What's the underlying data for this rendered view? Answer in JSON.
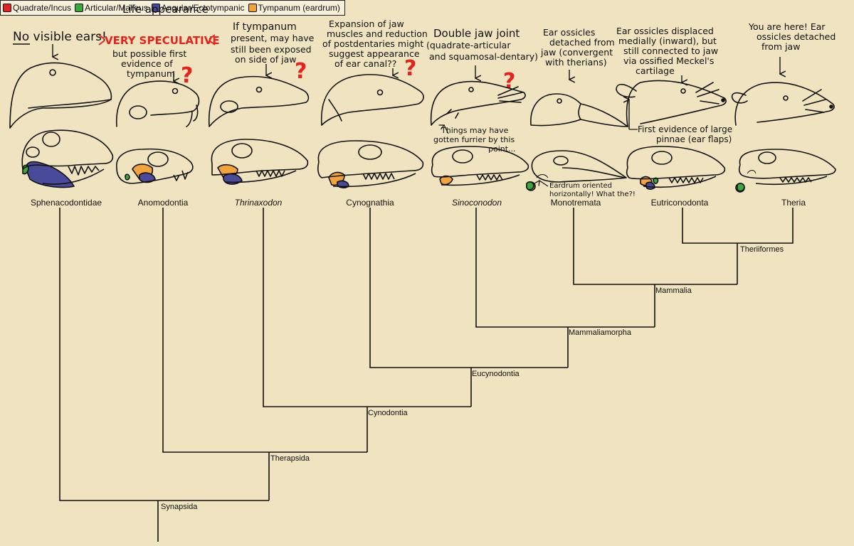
{
  "legend": [
    {
      "label": "Quadrate/Incus",
      "color": "#e4231d"
    },
    {
      "label": "Articular/Malleus",
      "color": "#3aa93a"
    },
    {
      "label": "Angular/Ectotympanic",
      "color": "#4a4a9a"
    },
    {
      "label": "Tympanum (eardrum)",
      "color": "#f2a33a"
    }
  ],
  "colors": {
    "background": "#efe4bf",
    "line": "#111111",
    "annotation_red": "#e4231d"
  },
  "taxa": [
    "Sphenacodontidae",
    "Anomodontia",
    "Thrinaxodon",
    "Cynognathia",
    "Sinoconodon",
    "Monotremata",
    "Eutriconodonta",
    "Theria"
  ],
  "clades": [
    "Therapsida",
    "Cynodontia",
    "Eucynodontia",
    "Mammaliamorpha",
    "Mammalia",
    "Theriiformes",
    "Synapsida"
  ],
  "notes": {
    "sphenacodontidae": [
      "No visible ears!"
    ],
    "anomodontia_title": "Life appearance",
    "very_speculative": "VERY SPECULATIVE",
    "anomodontia": [
      "but possible first",
      "evidence of",
      "tympanum"
    ],
    "thrinaxodon": [
      "If tympanum",
      "present, may have",
      "still been exposed",
      "on side of jaw"
    ],
    "cynognathia": [
      "Expansion of jaw",
      "muscles and reduction",
      "of postdentaries might",
      "suggest appearance",
      "of ear canal??"
    ],
    "sinoconodon": [
      "Double jaw joint",
      "(quadrate-articular",
      "and squamosal-dentary)"
    ],
    "sinoconodon_fur": [
      "Things may have",
      "gotten furrier by this",
      "point..."
    ],
    "monotremata": [
      "Ear ossicles",
      "detached from",
      "jaw (convergent",
      "with therians)"
    ],
    "eutriconodonta": [
      "Ear ossicles displaced",
      "medially (inward), but",
      "still connected to jaw",
      "via ossified Meckel's",
      "cartilage"
    ],
    "pinnae": [
      "First evidence of large",
      "pinnae (ear flaps)"
    ],
    "theria": [
      "You are here! Ear",
      "ossicles detached",
      "from jaw"
    ],
    "eardrum": [
      "Eardrum oriented",
      "horizontally! What the?!"
    ]
  }
}
